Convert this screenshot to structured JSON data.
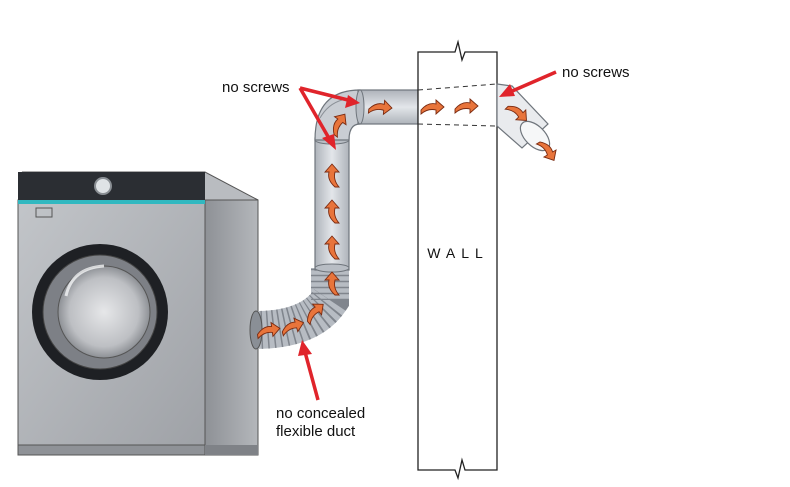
{
  "labels": {
    "no_screws_left": "no screws",
    "no_screws_right": "no screws",
    "wall": "WALL",
    "flex_line1": "no concealed",
    "flex_line2": "flexible duct"
  },
  "colors": {
    "callout": "#e0242b",
    "airflow": "#e8743b",
    "airflow_outline": "#7a2a10",
    "duct": "#c9cdd3",
    "dryer_body": "#a9acb0",
    "dryer_panel": "#2b2e33",
    "accent_stripe": "#31b8c0"
  },
  "icons": {
    "airflow": "curved-arrow-icon",
    "callout": "pointer-arrow-icon"
  }
}
